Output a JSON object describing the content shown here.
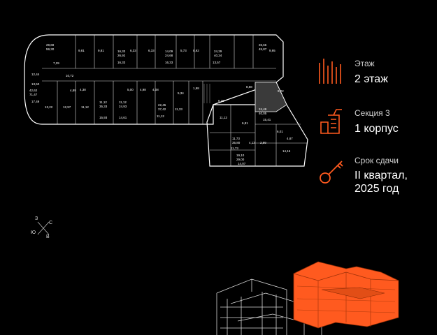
{
  "info": {
    "floor_label": "Этаж",
    "floor_value": "2 этаж",
    "section_label": "Секция 3",
    "section_value": "1 корпус",
    "deadline_label": "Срок сдачи",
    "deadline_line1": "II квартал,",
    "deadline_line2": "2025 год"
  },
  "compass": {
    "north": "З",
    "east": "С",
    "south": "В",
    "west": "Ю"
  },
  "accent_color": "#ff5a1f",
  "plan_labels": {
    "a1": "29,69",
    "a1b": "59,30",
    "a2": "16,33",
    "a2b": "26,92",
    "a3": "14,09",
    "a3b": "24,68",
    "a4": "24,29",
    "a4b": "40,24",
    "a5": "26,66",
    "a5b": "45,87",
    "a6": "42,62",
    "a6b": "71,47",
    "a7": "11,12",
    "a7b": "35,33",
    "a8": "11,12",
    "a8b": "24,93",
    "a9": "22,45",
    "a9b": "37,42",
    "a10": "24,49",
    "a10b": "40,05",
    "a11": "11,73",
    "a11b": "35,80",
    "a12": "19,10",
    "a12b": "29,00",
    "r1": "9,81",
    "r2": "9,81",
    "r3": "6,33",
    "r4": "6,33",
    "r5": "5,73",
    "r6": "8,92",
    "r7": "9,95",
    "r8": "16,33",
    "r9": "16,33",
    "r10": "13,57",
    "r11": "7,29",
    "r12": "12,44",
    "r13": "13,50",
    "r14": "17,49",
    "r15": "13,22",
    "r16": "12,97",
    "r17": "11,12",
    "r18": "15,93",
    "r19": "14,61",
    "r20": "11,12",
    "r21": "11,33",
    "r22": "11,12",
    "r23": "15,41",
    "r24": "14,16",
    "r25": "11,73",
    "r26": "14,07",
    "r27": "6,81",
    "r28": "6,28",
    "r29": "8,58",
    "r30": "4,89",
    "r31": "4,38",
    "r32": "5,00",
    "r33": "4,98",
    "r34": "4,08",
    "r35": "5,34",
    "r36": "1,98",
    "r37": "9,02",
    "r38": "6,01",
    "r39": "4,87",
    "r40": "4,13",
    "r41": "2,99",
    "r42": "10,72"
  }
}
